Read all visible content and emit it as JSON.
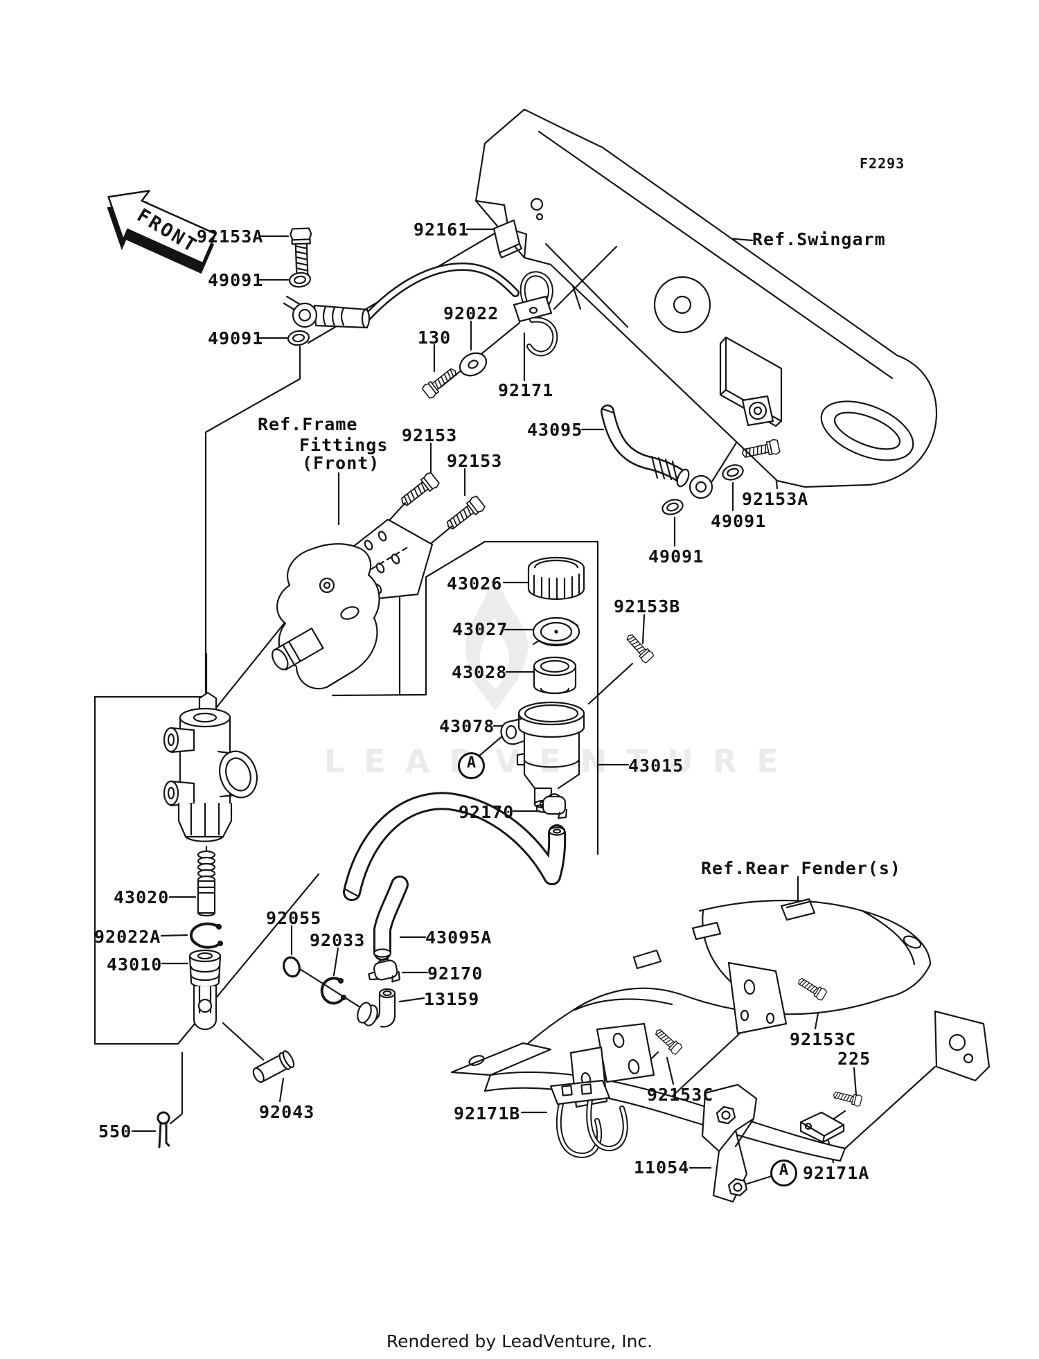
{
  "page": {
    "diagram_code": "F2293",
    "footer": "Rendered by LeadVenture, Inc."
  },
  "watermark": {
    "text": "LEADVENTURE"
  },
  "orientation": {
    "label": "FRONT"
  },
  "references": {
    "swingarm": "Ref.Swingarm",
    "frame_fittings_line1": "Ref.Frame",
    "frame_fittings_line2": "Fittings",
    "frame_fittings_line3": "(Front)",
    "rear_fender": "Ref.Rear Fender(s)"
  },
  "detail_markers": {
    "a": "A"
  },
  "callouts": {
    "bolt_92153a_top": "92153A",
    "washer_49091_1": "49091",
    "washer_49091_2": "49091",
    "damper_92161": "92161",
    "washer_92022": "92022",
    "bolt_130": "130",
    "clamp_92171": "92171",
    "hose_43095": "43095",
    "bolt_92153a_right": "92153A",
    "washer_49091_3": "49091",
    "washer_49091_4": "49091",
    "bolt_92153_1": "92153",
    "bolt_92153_2": "92153",
    "cap_43026": "43026",
    "bolt_92153b": "92153B",
    "plate_43027": "43027",
    "cup_43028": "43028",
    "reservoir_43078": "43078",
    "master_cylinder_43015": "43015",
    "clamp_92170_top": "92170",
    "piston_43020": "43020",
    "circlip_92022a": "92022A",
    "rod_43010": "43010",
    "oring_92055": "92055",
    "circlip_92033": "92033",
    "hose_43095a": "43095A",
    "clamp_92170_bottom": "92170",
    "connector_13159": "13159",
    "bolt_92153c_right": "92153C",
    "screw_225": "225",
    "bolt_92153c_left": "92153C",
    "clamp_92171b": "92171B",
    "bracket_11054": "11054",
    "clamp_92171a": "92171A",
    "pin_92043": "92043",
    "cotter_550": "550"
  }
}
